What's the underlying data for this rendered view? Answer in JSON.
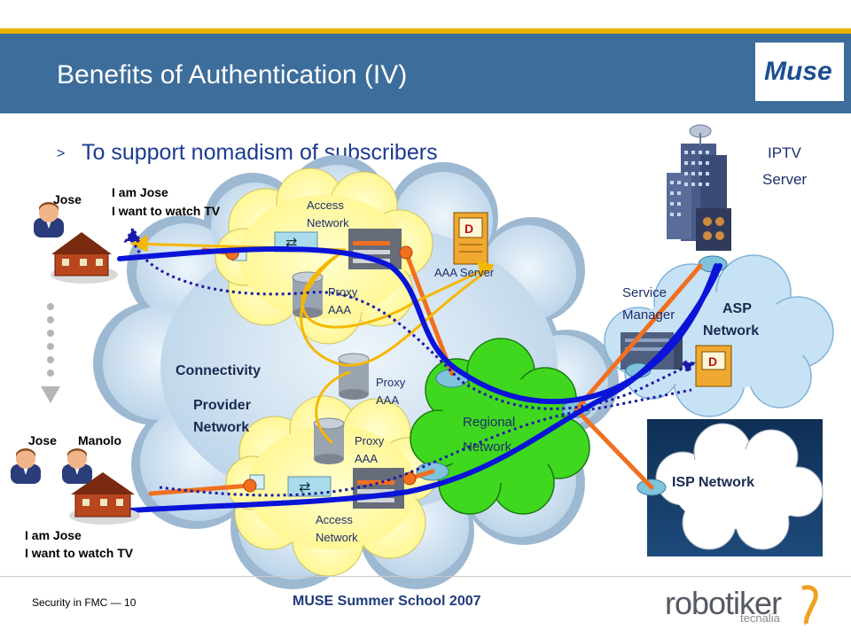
{
  "slide": {
    "title": "Benefits of Authentication (IV)",
    "logo_text": "Muse",
    "subtitle": "To support nomadism of subscribers",
    "bullet_symbol": ">"
  },
  "diagram": {
    "iptv_server": "IPTV",
    "iptv_server_2": "Server",
    "aaa_server": "AAA Server",
    "service_manager": "Service",
    "service_manager_2": "Manager",
    "asp_network": "ASP",
    "asp_network_2": "Network",
    "isp_network": "ISP Network",
    "regional_network": "Regional",
    "regional_network_2": "Network",
    "connectivity_provider": "Connectivity",
    "connectivity_provider_2": "Provider",
    "connectivity_provider_3": "Network",
    "access_network_top": "Access",
    "access_network_top_2": "Network",
    "access_network_bottom": "Access",
    "access_network_bottom_2": "Network",
    "proxy_aaa_top": "Proxy",
    "proxy_aaa_top_2": "AAA",
    "proxy_aaa_middle": "Proxy",
    "proxy_aaa_middle_2": "AAA",
    "proxy_aaa_bottom": "Proxy",
    "proxy_aaa_bottom_2": "AAA",
    "user_top": "Jose",
    "speech_top_1": "I am Jose",
    "speech_top_2": "I want to watch TV",
    "user_bottom_1": "Jose",
    "user_bottom_2": "Manolo",
    "speech_bottom_1": "I am Jose",
    "speech_bottom_2": "I want to watch TV"
  },
  "footer": {
    "left": "Security in FMC — 10",
    "center": "MUSE Summer School 2007",
    "logo_main": "robotiker",
    "logo_sub": "tecnalia"
  },
  "colors": {
    "title_bar": "#3d6d9a",
    "accent_stripe": "#e8b000",
    "path_blue": "#0a14d8",
    "path_orange": "#f07020",
    "path_yellow": "#f5b800",
    "cloud_big": "#cfe0ef",
    "cloud_access": "#ffffa8",
    "cloud_regional": "#3fd81f",
    "isp_box": "#1a3f6b"
  }
}
